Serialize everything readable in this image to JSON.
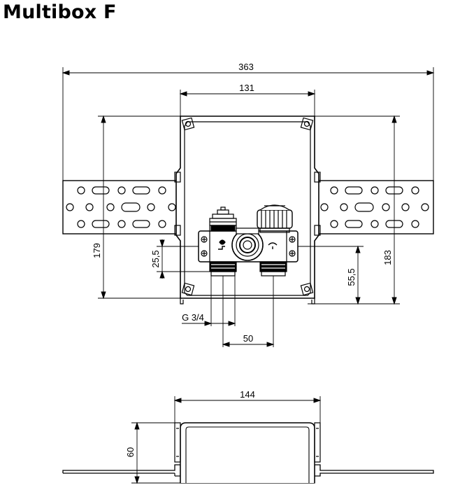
{
  "title": "Multibox F",
  "dimensions": {
    "total_width": "363",
    "box_width": "131",
    "height_left": "179",
    "height_right": "183",
    "offset_small": "25,5",
    "offset_right": "55,5",
    "thread": "G 3/4",
    "spacing": "50",
    "side_width": "144",
    "side_depth": "60"
  },
  "colors": {
    "line": "#000000",
    "background": "#ffffff"
  }
}
